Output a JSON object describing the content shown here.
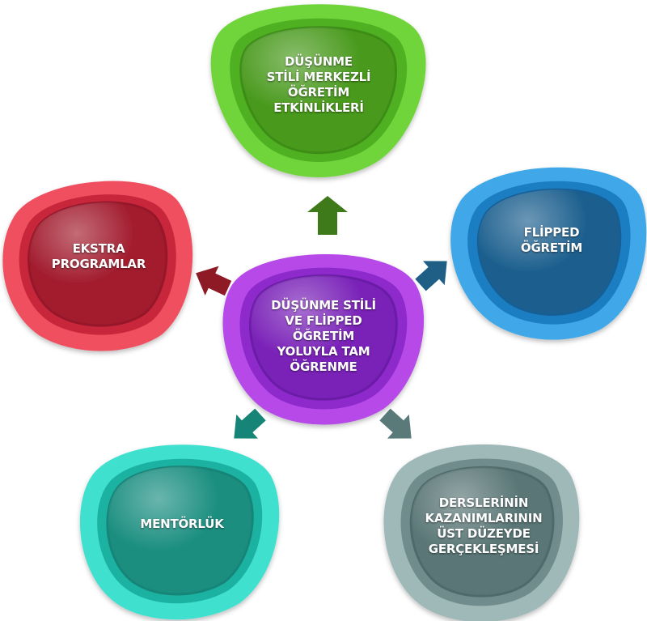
{
  "center": {
    "lines": [
      "DÜŞÜNME STİLİ",
      "VE FLİPPED",
      "ÖĞRETİM",
      "YOLUYLA TAM",
      "ÖĞRENME"
    ],
    "colors": {
      "outer": "#b64ae8",
      "mid": "#8e2ccc",
      "inner": "#6a1aa6",
      "core": "#7a22b8"
    }
  },
  "nodes": [
    {
      "id": "top",
      "lines": [
        "DÜŞÜNME",
        "STİLİ MERKEZLİ",
        "ÖĞRETİM",
        "ETKİNLİKLERİ"
      ],
      "colors": {
        "outer": "#6fd43a",
        "mid": "#4fb022",
        "inner": "#3d8c18",
        "core": "#4a9a1e",
        "arrow": "#3f7a1a"
      }
    },
    {
      "id": "right",
      "lines": [
        "FLİPPED",
        "ÖĞRETİM"
      ],
      "colors": {
        "outer": "#3fa8e8",
        "mid": "#1f7ec2",
        "inner": "#185f94",
        "core": "#1c5f8e",
        "arrow": "#1f5f86"
      }
    },
    {
      "id": "bottom-right",
      "lines": [
        "DERSLERİNİN",
        "KAZANIMLARININ",
        "ÜST DÜZEYDE",
        "GERÇEKLEŞMESİ"
      ],
      "colors": {
        "outer": "#9fb8b8",
        "mid": "#6f8c8c",
        "inner": "#4f6a6a",
        "core": "#5a7676",
        "arrow": "#5a7a7a"
      }
    },
    {
      "id": "bottom-left",
      "lines": [
        "MENTÖRLÜK"
      ],
      "colors": {
        "outer": "#3fe0cf",
        "mid": "#1fb2a2",
        "inner": "#178578",
        "core": "#1a8e80",
        "arrow": "#168476"
      }
    },
    {
      "id": "left",
      "lines": [
        "EKSTRA",
        "PROGRAMLAR"
      ],
      "colors": {
        "outer": "#ef4f5f",
        "mid": "#c8283a",
        "inner": "#96182a",
        "core": "#a21c2e",
        "arrow": "#8e1a26"
      }
    }
  ]
}
